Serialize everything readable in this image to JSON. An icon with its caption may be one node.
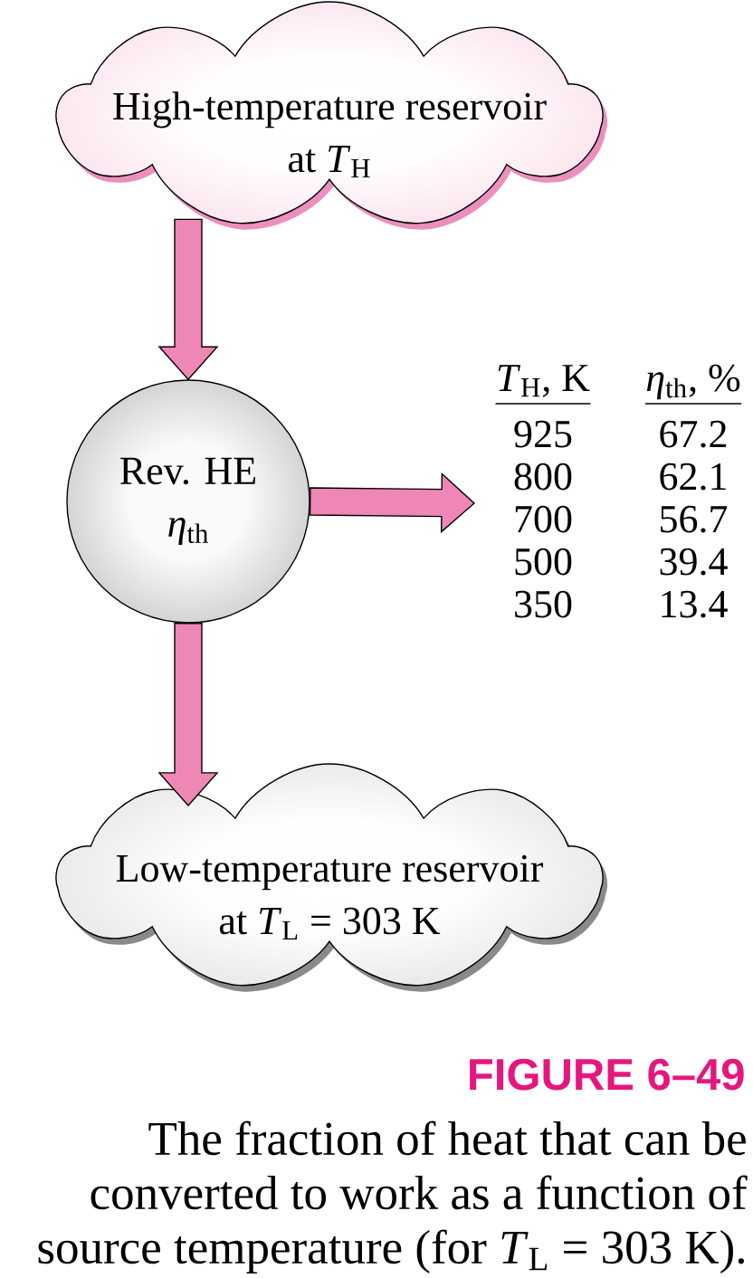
{
  "diagram": {
    "title": "FIGURE 6–49",
    "caption": "The fraction of heat that can be converted to work as a function of source temperature (for *T*$_{L}$ = 303 K).",
    "nodes": [
      {
        "text": [
          "High-temperature reservoir at *T*$_{H}$"
        ]
      },
      {
        "text": [
          "Rev. HE *η*$_{th}$"
        ]
      },
      {
        "text": [
          "Low-temperature reservoir at *T*$_{L}$ = 303 K"
        ]
      }
    ],
    "edges": [
      {
        "from": 0,
        "to": 1,
        "arrow": "to"
      },
      {
        "from": 1,
        "to": null,
        "arrow": "to"
      },
      {
        "from": 1,
        "to": 2,
        "arrow": "to"
      }
    ],
    "labels": [
      "*T*$_{H}$, K",
      "*η*$_{th}$, %",
      "925",
      "67.2",
      "800",
      "62.1",
      "700",
      "56.7",
      "500",
      "39.4",
      "350",
      "13.4"
    ]
  }
}
